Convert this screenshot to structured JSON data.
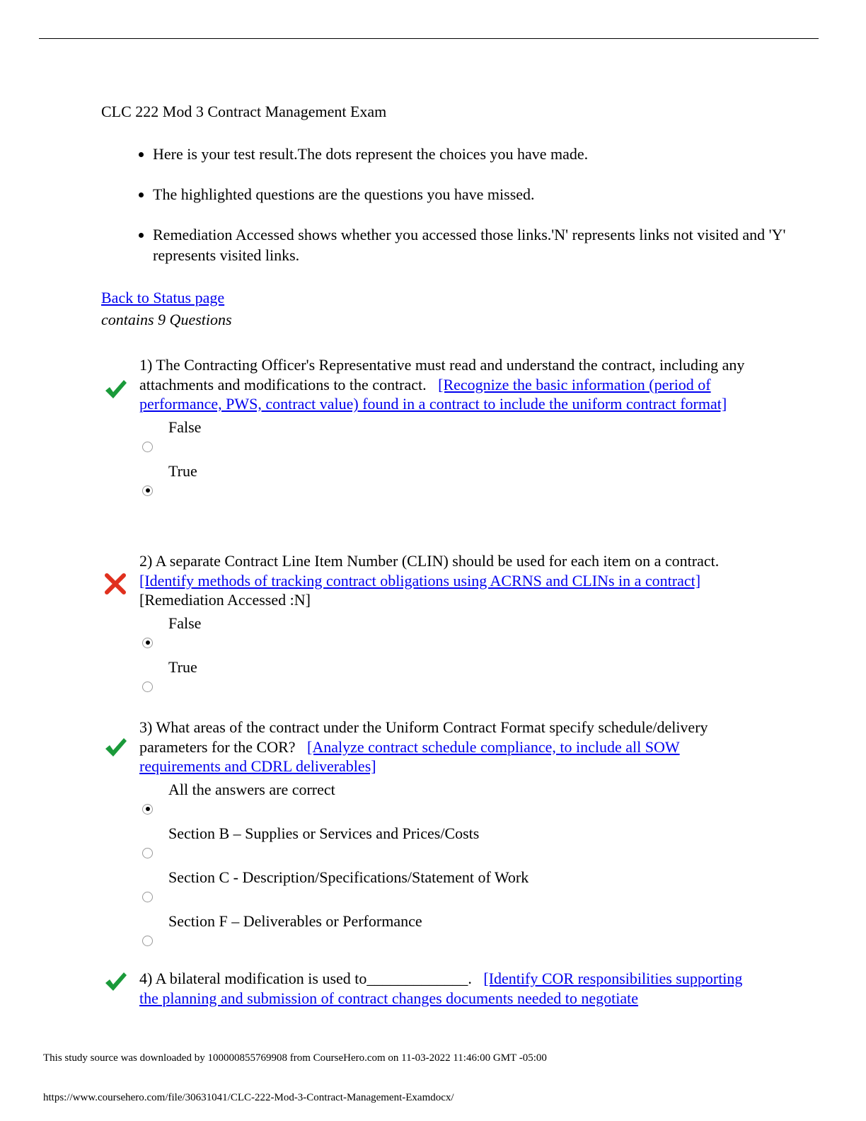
{
  "title": "CLC 222 Mod 3 Contract Management Exam",
  "intro": [
    "Here is your test result.The dots represent the choices you have made.",
    "The highlighted questions are the questions you have missed.",
    "Remediation Accessed shows whether you accessed those links.'N' represents links not visited and 'Y' represents visited links."
  ],
  "back_link": "Back to Status page",
  "count": "contains 9 Questions",
  "questions": [
    {
      "status": "correct",
      "text": "1) The Contracting Officer's Representative must read and understand the contract, including any attachments and modifications to the contract.",
      "link": "[Recognize the basic information (period of performance, PWS, contract value) found in a contract to include the uniform contract format]",
      "remediation": "",
      "options": [
        {
          "label": "False",
          "selected": false
        },
        {
          "label": "True",
          "selected": true
        }
      ]
    },
    {
      "status": "incorrect",
      "text": "2) A separate Contract Line Item Number (CLIN) should be used for each item on a contract.",
      "link": "[Identify methods of tracking contract obligations using ACRNS and CLINs in a contract]",
      "remediation": "[Remediation Accessed :N]",
      "options": [
        {
          "label": "False",
          "selected": true
        },
        {
          "label": "True",
          "selected": false
        }
      ]
    },
    {
      "status": "correct",
      "text": "3) What areas of the contract under the Uniform Contract Format specify schedule/delivery parameters for the COR?",
      "link": "[Analyze contract schedule compliance, to include all SOW requirements and CDRL deliverables]",
      "remediation": "",
      "options": [
        {
          "label": "All the answers are correct",
          "selected": true
        },
        {
          "label": "Section B – Supplies or Services and Prices/Costs",
          "selected": false
        },
        {
          "label": "Section C - Description/Specifications/Statement of Work",
          "selected": false
        },
        {
          "label": "Section F – Deliverables or Performance",
          "selected": false
        }
      ]
    },
    {
      "status": "correct",
      "text": "4) A bilateral modification is used to_____________.",
      "link": "[Identify COR responsibilities supporting the planning and submission of contract changes documents needed to negotiate",
      "remediation": "",
      "options": []
    }
  ],
  "footer": {
    "download": "This study source was downloaded by 100000855769908 from CourseHero.com on 11-03-2022 11:46:00 GMT -05:00",
    "url": "https://www.coursehero.com/file/30631041/CLC-222-Mod-3-Contract-Management-Examdocx/"
  },
  "colors": {
    "link": "#0000ee",
    "correct": "#1a9a3a",
    "incorrect": "#e0301e"
  }
}
